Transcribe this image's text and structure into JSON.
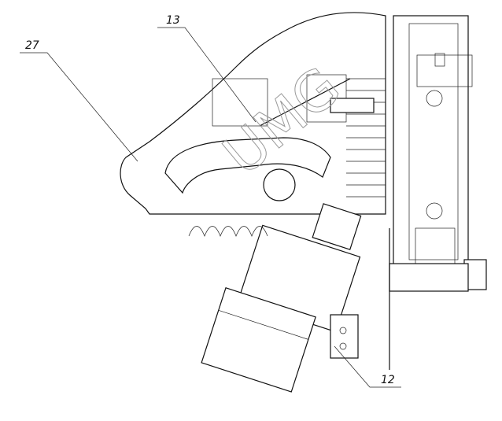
{
  "drawing": {
    "callouts": [
      {
        "id": "27",
        "label": "27"
      },
      {
        "id": "13",
        "label": "13"
      },
      {
        "id": "12",
        "label": "12"
      }
    ],
    "watermark": "UMG"
  }
}
